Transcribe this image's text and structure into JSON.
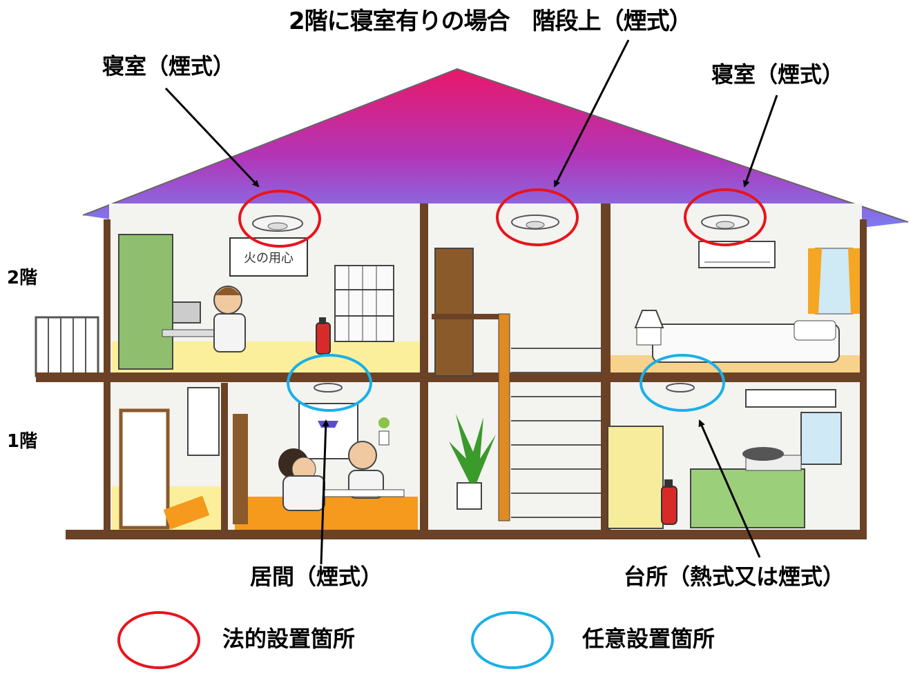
{
  "labels": {
    "top_staircase": "2階に寝室有りの場合　階段上（煙式）",
    "bedroom_left": "寝室（煙式）",
    "bedroom_right": "寝室（煙式）",
    "floor2": "2階",
    "floor1": "1階",
    "living_room": "居間（煙式）",
    "kitchen": "台所（熱式又は煙式）"
  },
  "legend": [
    {
      "label": "法的設置箇所",
      "color": "#e8141c"
    },
    {
      "label": "任意設置箇所",
      "color": "#1ab0e8"
    }
  ],
  "poster_text": "火の用心",
  "colors": {
    "roof_top": "#e8186a",
    "roof_bottom": "#7b7cf0",
    "wall_brown": "#6b4226",
    "required": "#e8141c",
    "optional": "#1ab0e8"
  }
}
